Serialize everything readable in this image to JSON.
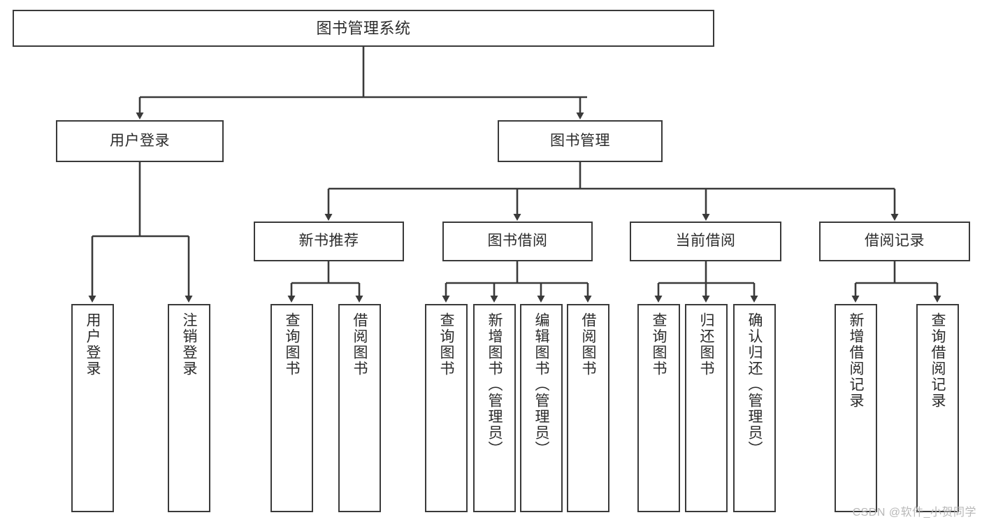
{
  "diagram": {
    "title": "图书管理系统",
    "type": "tree-hierarchy",
    "stroke_color": "#3a3a3a",
    "background_color": "#ffffff",
    "text_color": "#2b2b2b"
  },
  "nodes": {
    "root": {
      "label": "图书管理系统"
    },
    "level1": [
      {
        "label": "用户登录"
      },
      {
        "label": "图书管理"
      }
    ],
    "level2": [
      {
        "label": "新书推荐"
      },
      {
        "label": "图书借阅"
      },
      {
        "label": "当前借阅"
      },
      {
        "label": "借阅记录"
      }
    ],
    "leaves": {
      "user_login": [
        {
          "label": "用户登录"
        },
        {
          "label": "注销登录"
        }
      ],
      "new_book_recommend": [
        {
          "label": "查询图书"
        },
        {
          "label": "借阅图书"
        }
      ],
      "book_borrow": [
        {
          "label": "查询图书"
        },
        {
          "label": "新增图书（管理员）"
        },
        {
          "label": "编辑图书（管理员）"
        },
        {
          "label": "借阅图书"
        }
      ],
      "current_borrow": [
        {
          "label": "查询图书"
        },
        {
          "label": "归还图书"
        },
        {
          "label": "确认归还（管理员）"
        }
      ],
      "borrow_record": [
        {
          "label": "新增借阅记录"
        },
        {
          "label": "查询借阅记录"
        }
      ]
    }
  },
  "watermark": {
    "text": "CSDN @软件_小贺同学"
  }
}
